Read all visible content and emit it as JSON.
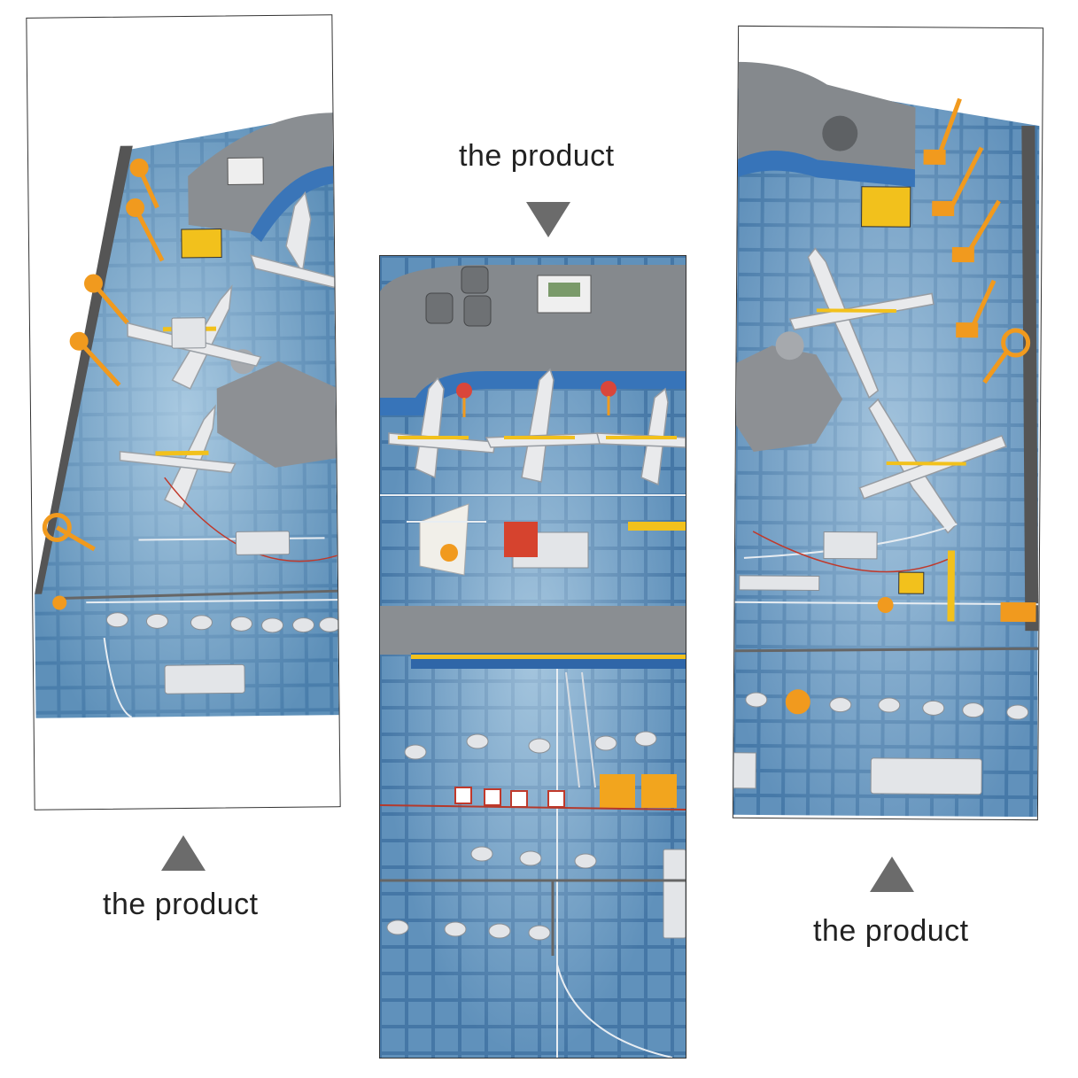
{
  "captions": {
    "top": "the product",
    "left": "the product",
    "right": "the product"
  },
  "colors": {
    "mat_blue": "#3f6f9c",
    "tile_light": "#8fb8d6",
    "terminal_gray": "#7f8387",
    "accent_orange": "#f19a1e",
    "arrow_gray": "#6b6b6b"
  },
  "images": {
    "left": "airport-playset-photo-left",
    "middle": "airport-playset-photo-middle",
    "right": "airport-playset-photo-right"
  }
}
